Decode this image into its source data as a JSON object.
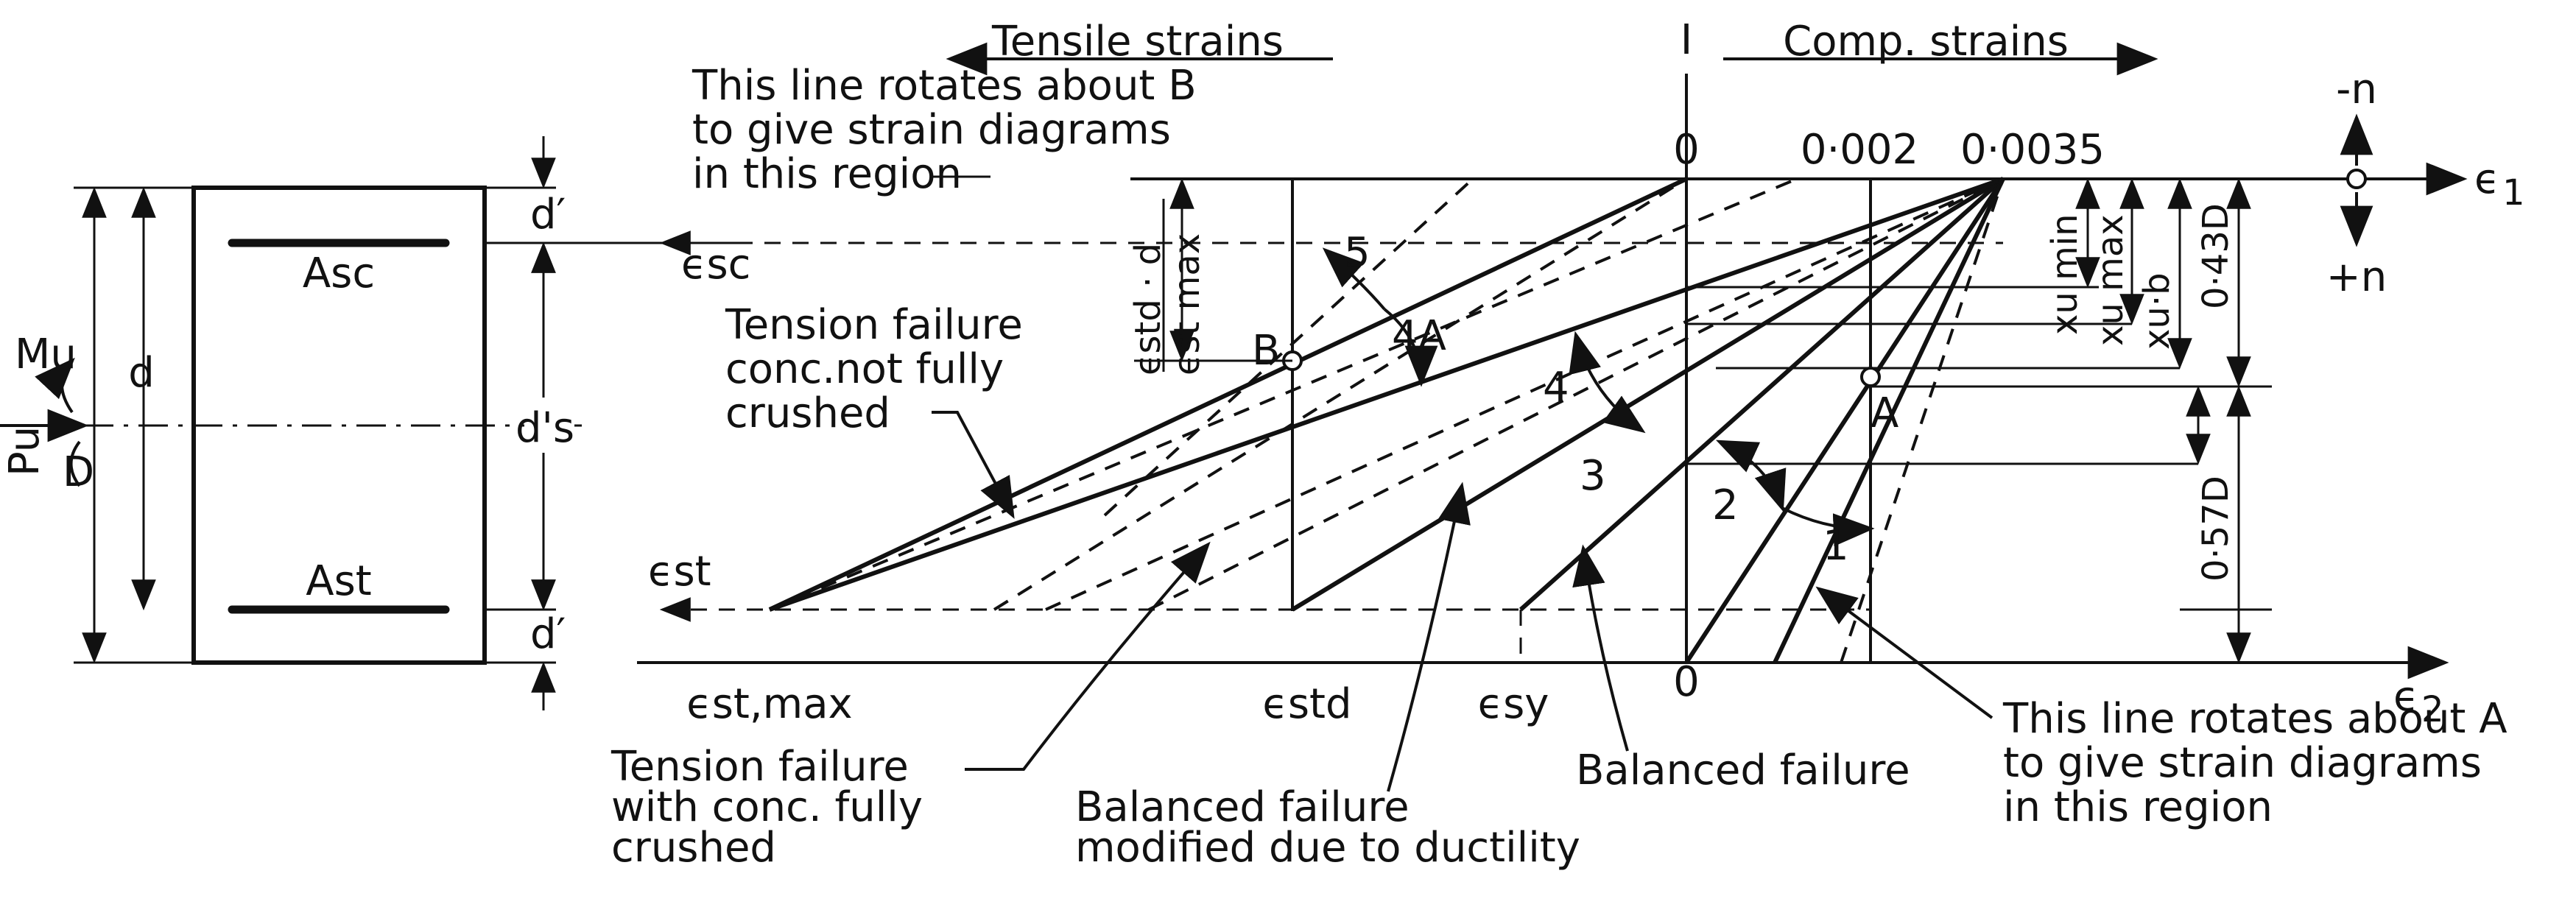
{
  "header": {
    "tensile": "Tensile strains",
    "comp": "Comp. strains",
    "divider": "I"
  },
  "top_axis": {
    "zero": "0",
    "ecu2": "0·002",
    "ecu": "0·0035",
    "e1": "ϵ",
    "e1_sub": "1",
    "neg_n": "-n",
    "pos_n": "+n"
  },
  "bottom_axis": {
    "zero": "0",
    "e2": "ϵ",
    "e2_sub": "2",
    "est_max": "ϵst,max",
    "estd": "ϵstd",
    "esy": "ϵsy"
  },
  "section": {
    "asc": "Asc",
    "ast": "Ast",
    "d_prime_top": "d′",
    "d_prime_bottom": "d′",
    "d": "d",
    "d_s": "d's",
    "mu": "Mu",
    "pu": "Pu",
    "D": "D"
  },
  "strain_labels": {
    "esc": "ϵsc",
    "est": "ϵst"
  },
  "depth_labels": {
    "xu_min": "xu min",
    "xu_max": "xu max",
    "xu_b": "xu·b",
    "d043": "0·43D",
    "d057": "0·57D",
    "ratio_num": "ϵstd · d",
    "ratio_den": "ϵst max"
  },
  "points": {
    "A": "A",
    "B": "B"
  },
  "regions": {
    "r1": "1",
    "r2": "2",
    "r3": "3",
    "r4": "4",
    "r4a": "4A",
    "r5": "5"
  },
  "annotations": {
    "rotate_b": [
      "This line rotates about B",
      "to give strain diagrams",
      "in this region"
    ],
    "tension_not_crushed": [
      "Tension failure",
      "conc.not fully",
      "crushed"
    ],
    "tension_crushed": [
      "Tension failure",
      "with conc. fully",
      "crushed"
    ],
    "balanced_modified": [
      "Balanced failure",
      "modified due to ductility"
    ],
    "balanced": "Balanced failure",
    "rotate_a": [
      "This line rotates about A",
      "to give strain diagrams",
      "in this region"
    ]
  }
}
